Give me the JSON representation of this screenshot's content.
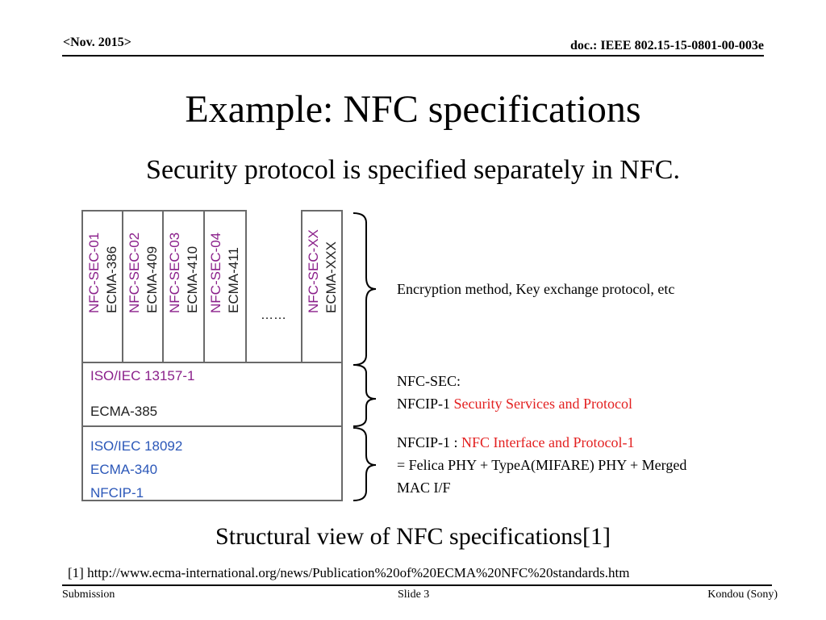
{
  "header": {
    "date": "<Nov. 2015>",
    "doc": "doc.: IEEE 802.15-15-0801-00-003e"
  },
  "title": "Example: NFC specifications",
  "subtitle": "Security protocol is specified separately in NFC.",
  "diagram": {
    "columns": [
      {
        "id": "NFC-SEC-01",
        "ecma": "ECMA-386"
      },
      {
        "id": "NFC-SEC-02",
        "ecma": "ECMA-409"
      },
      {
        "id": "NFC-SEC-03",
        "ecma": "ECMA-410"
      },
      {
        "id": "NFC-SEC-04",
        "ecma": "ECMA-411"
      },
      {
        "id": "NFC-SEC-XX",
        "ecma": "ECMA-XXX"
      }
    ],
    "ellipsis": "……",
    "middle_box": {
      "line1": "ISO/IEC 13157-1",
      "line2": "ECMA-385"
    },
    "bottom_box": {
      "line1": "ISO/IEC 18092",
      "line2": "ECMA-340",
      "line3": "NFCIP-1"
    }
  },
  "descriptions": {
    "top": "Encryption method, Key exchange protocol, etc",
    "middle_line1": "NFC-SEC:",
    "middle_line2_prefix": "NFCIP-1 ",
    "middle_line2_red": "Security Services and Protocol",
    "bottom_line1_prefix": "NFCIP-1 : ",
    "bottom_line1_red": "NFC Interface and Protocol-1",
    "bottom_line2": "= Felica PHY + TypeA(MIFARE) PHY + Merged",
    "bottom_line3": "MAC I/F"
  },
  "caption": "Structural view of NFC specifications[1]",
  "reference": "[1] http://www.ecma-international.org/news/Publication%20of%20ECMA%20NFC%20standards.htm",
  "footer": {
    "left": "Submission",
    "center": "Slide 3",
    "right": "Kondou (Sony)"
  },
  "colors": {
    "purple": "#8a1f8a",
    "blue": "#2b57b8",
    "red": "#e32020",
    "border": "#6a6a6a"
  }
}
